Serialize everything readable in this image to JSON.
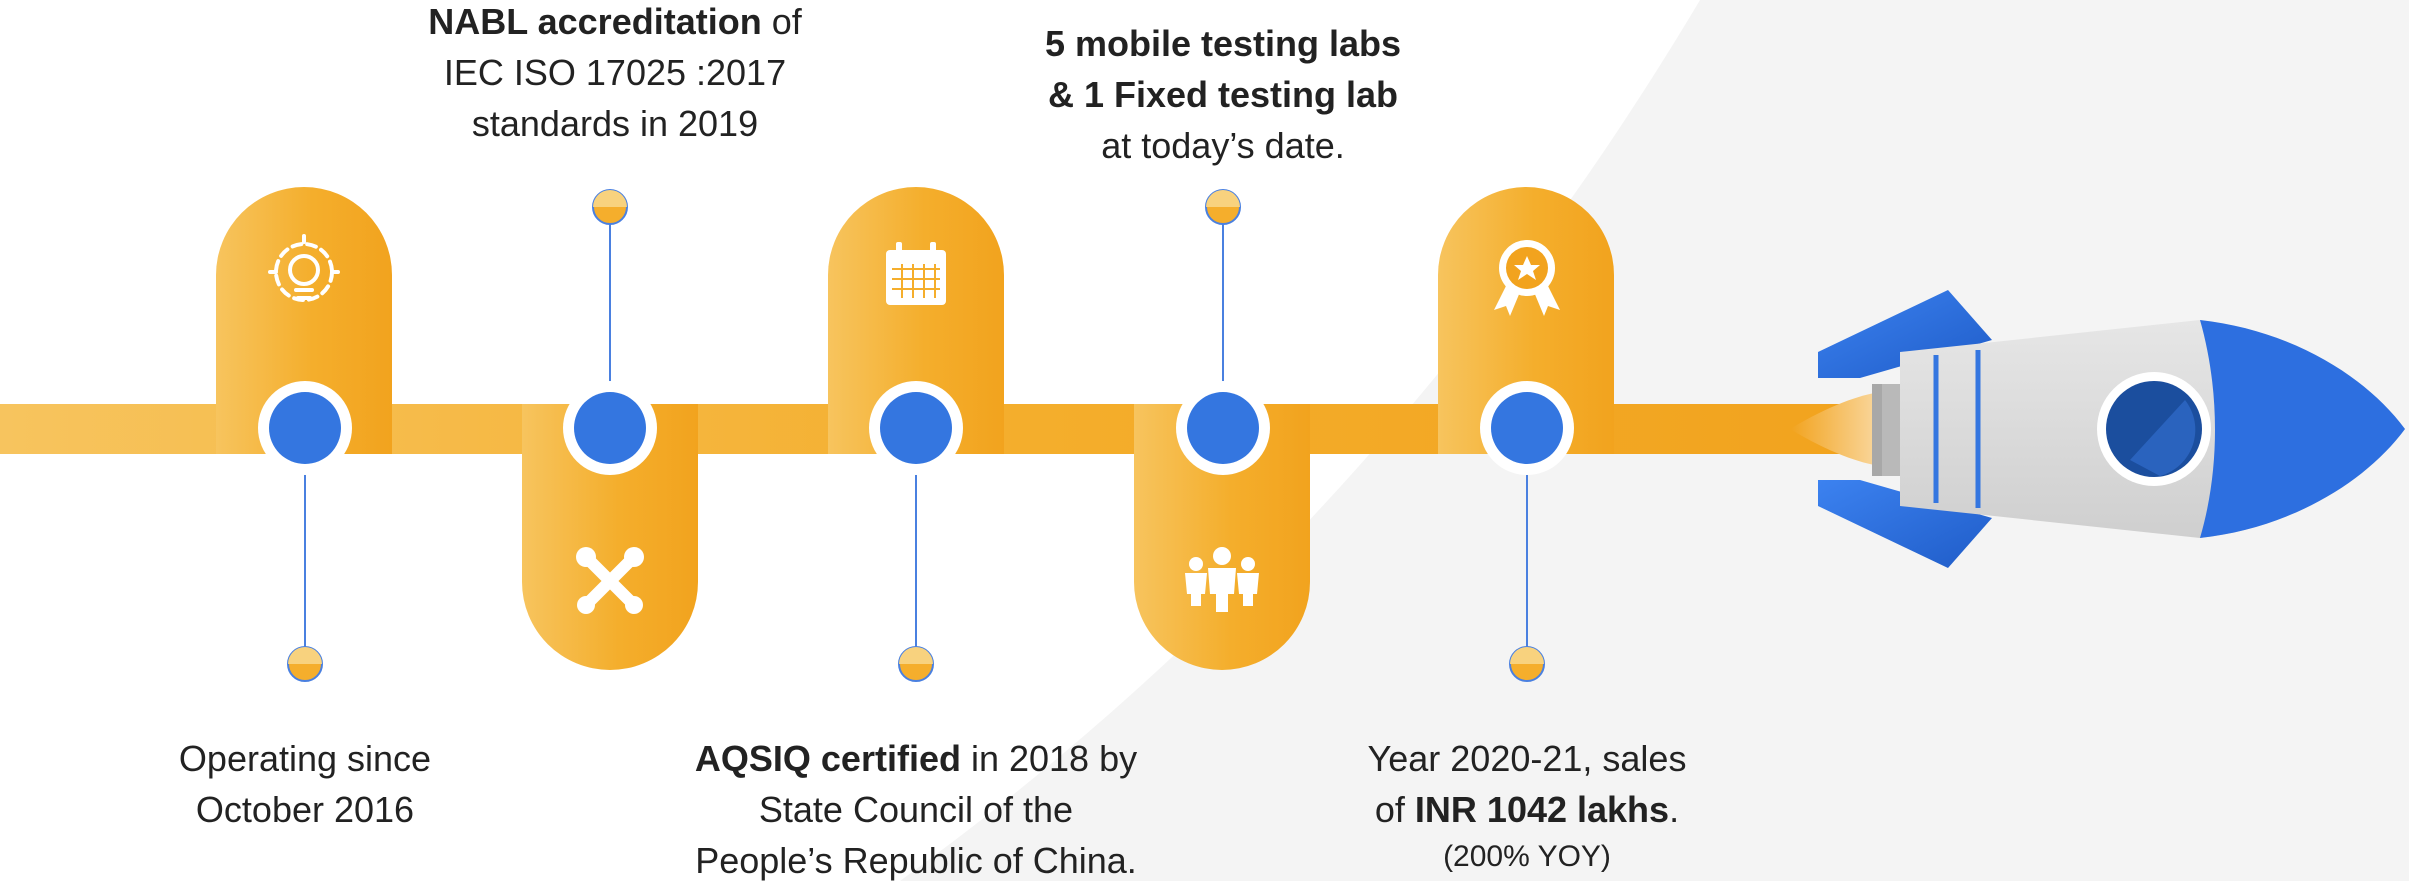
{
  "colors": {
    "track": "#F5AE2C",
    "milestone_blue": "#3476E0",
    "connector": "#4A80E0",
    "rocket_body": "#D4D4D4",
    "rocket_blue": "#2D6FE0",
    "rocket_window": "#1B4E9E",
    "background_arc": "#F3F3F3"
  },
  "milestones": [
    {
      "id": "m1",
      "icon": "gear-lightbulb-icon",
      "text_lines": [
        "Operating since",
        "October 2016"
      ]
    },
    {
      "id": "m2",
      "icon": "wrench-screwdriver-icon",
      "bold": "NABL accreditation",
      "rest": " of",
      "text_lines": [
        "IEC ISO 17025 :2017",
        "standards in 2019"
      ]
    },
    {
      "id": "m3",
      "icon": "calendar-icon",
      "bold": "AQSIQ certified",
      "rest": " in 2018 by",
      "text_lines": [
        "State Council of the",
        "People’s Republic of China."
      ]
    },
    {
      "id": "m4",
      "icon": "team-icon",
      "bold_lines": [
        "5 mobile testing labs",
        "& 1 Fixed testing lab"
      ],
      "text_lines": [
        "at today’s date."
      ]
    },
    {
      "id": "m5",
      "icon": "award-ribbon-icon",
      "line1": "Year 2020-21,  sales",
      "pre": "of ",
      "bold": "INR 1042 lakhs",
      "post": ".",
      "note": "(200% YOY)"
    }
  ],
  "rocket": {
    "icon": "rocket-icon"
  }
}
